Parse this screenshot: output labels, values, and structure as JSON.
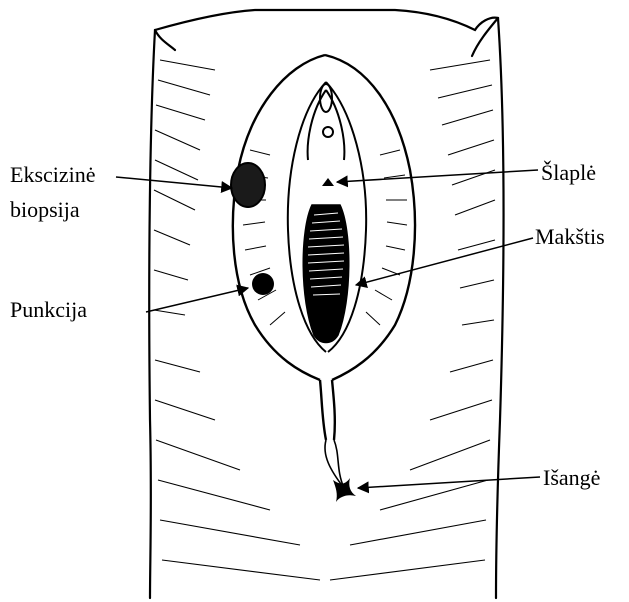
{
  "figure": {
    "colors": {
      "ink": "#000000",
      "background": "#ffffff"
    }
  },
  "labels": {
    "excision_line1": "Ekscizinė",
    "excision_line2": "biopsija",
    "puncture": "Punkcija",
    "urethra": "Šlaplė",
    "vagina": "Makštis",
    "anus": "Išangė"
  }
}
